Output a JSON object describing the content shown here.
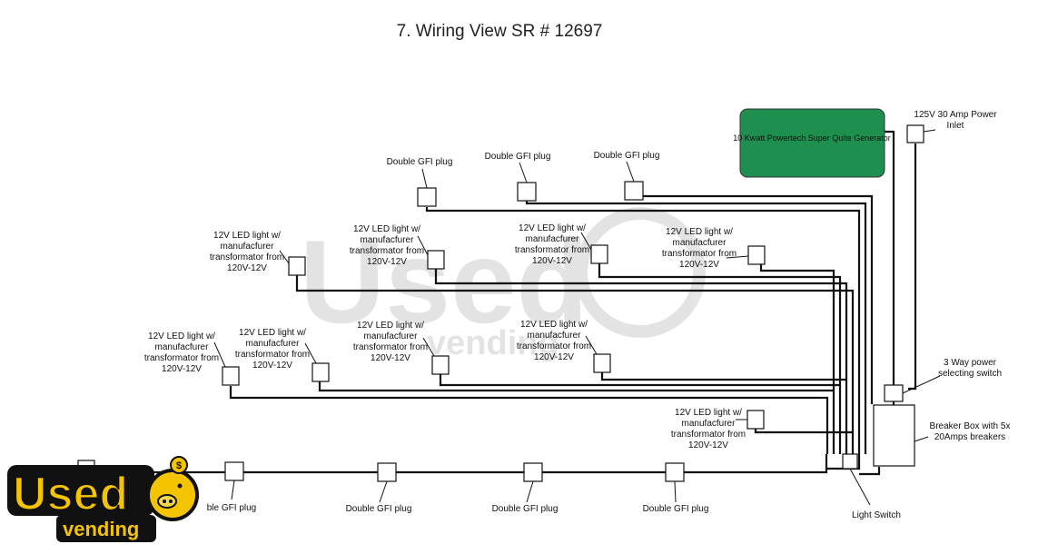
{
  "title": "7. Wiring View SR # 12697",
  "generator": {
    "label": "10 Kwatt Powertech Super Quite Generator",
    "color": "#1e8f4e"
  },
  "inlet": {
    "label_line1": "125V 30 Amp Power",
    "label_line2": "Inlet"
  },
  "switch3": {
    "label_line1": "3 Way power",
    "label_line2": "selecting switch"
  },
  "breaker": {
    "label_line1": "Breaker Box with 5x",
    "label_line2": "20Amps breakers"
  },
  "light_switch": {
    "label": "Light Switch"
  },
  "gfi_label": "Double GFI plug",
  "gfi_partial_label": "ble GFI plug",
  "led_label": {
    "line1": "12V LED light w/",
    "line2": "manufacfurer",
    "line3": "transformator from",
    "line4": "120V-12V"
  },
  "watermark": {
    "text": "Used",
    "sub": "vending"
  },
  "logo": {
    "word": "Used",
    "sub": "vending",
    "color": "#f5c400"
  }
}
